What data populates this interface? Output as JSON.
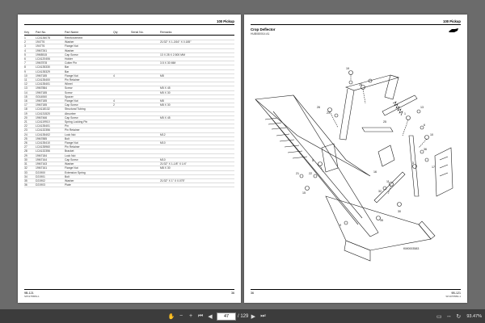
{
  "left_page": {
    "header": "100 Pickup",
    "columns": [
      "Key",
      "Part No.",
      "Part Name",
      "Qty",
      "Serial No.",
      "Remarks"
    ],
    "rows": [
      [
        "1",
        "LCA136078",
        "Reinforcement",
        "",
        "",
        ""
      ],
      [
        "2",
        "194776",
        "Washer",
        "",
        "",
        "21/32\" X 1-3/16\" X 0.185\""
      ],
      [
        "3",
        "194776",
        "Flange Nut",
        "",
        "",
        ""
      ],
      [
        "4",
        "19M7261",
        "Washer",
        "",
        "",
        ""
      ],
      [
        "5",
        "19M5515",
        "Cap Screw",
        "",
        "",
        "13 X 28 X 2.500 MM"
      ],
      [
        "6",
        "LCA120406",
        "Holder",
        "",
        "",
        ""
      ],
      [
        "7",
        "19M7878",
        "Cotter Pin",
        "",
        "",
        "3.5 X 30 MM"
      ],
      [
        "8",
        "LCA135330",
        "Bar",
        "",
        "",
        ""
      ],
      [
        "9",
        "LCA135329",
        "Bar",
        "",
        "",
        ""
      ],
      [
        "10",
        "19M7185",
        "Flange Nut",
        "4",
        "",
        "M8"
      ],
      [
        "11",
        "LCA135400",
        "Pin Retainer",
        "",
        "",
        ""
      ],
      [
        "12",
        "LCA135401",
        "Wheel",
        "",
        "",
        ""
      ],
      [
        "13",
        "19M7884",
        "Screw",
        "",
        "",
        "M5 X 45"
      ],
      [
        "14",
        "19M7185",
        "Screw",
        "",
        "",
        "M5 X 30"
      ],
      [
        "15",
        "G014060",
        "Spacer",
        "",
        "",
        ""
      ],
      [
        "16",
        "19M7185",
        "Flange Nut",
        "4",
        "",
        "M8"
      ],
      [
        "17",
        "19M7185",
        "Cap Screw",
        "2",
        "",
        "M8 X 30"
      ],
      [
        "18",
        "LCA118132",
        "Structural Tubing",
        "",
        "",
        ""
      ],
      [
        "19",
        "LCA131520",
        "Absorber",
        "",
        "",
        ""
      ],
      [
        "20",
        "19M7466",
        "Cap Screw",
        "",
        "",
        "M5 X 45"
      ],
      [
        "21",
        "LCA119910",
        "Spring Locking Pin",
        "",
        "",
        ""
      ],
      [
        "22",
        "LCA135401",
        "Pin",
        "",
        "",
        ""
      ],
      [
        "23",
        "LCA132356",
        "Pin Retainer",
        "",
        "",
        ""
      ],
      [
        "24",
        "LCA135402",
        "Lock Nut",
        "",
        "",
        "M12"
      ],
      [
        "25",
        "19M7885",
        "Bolt",
        "",
        "",
        ""
      ],
      [
        "26",
        "LCA135410",
        "Flange Nut",
        "",
        "",
        "M10"
      ],
      [
        "27",
        "LCA135960",
        "Pin Retainer",
        "",
        "",
        ""
      ],
      [
        "28",
        "LCA132356",
        "Bracket",
        "",
        "",
        ""
      ],
      [
        "29",
        "19M7184",
        "Lock Nut",
        "",
        "",
        ""
      ],
      [
        "30",
        "19M7164",
        "Cap Screw",
        "",
        "",
        "M10"
      ],
      [
        "31",
        "19M7163",
        "Washer",
        "",
        "",
        "21/32\" X 1-1/8\" X 1/4\""
      ],
      [
        "32",
        "19M7161",
        "Flange Nut",
        "",
        "",
        "M8 X 30"
      ],
      [
        "33",
        "D21900",
        "Extension Spring",
        "",
        "",
        ""
      ],
      [
        "34",
        "D21901",
        "Bolt",
        "",
        "",
        ""
      ],
      [
        "35",
        "D21902",
        "Washer",
        "",
        "",
        "21/32\" X 1\" X 0.075\""
      ],
      [
        "36",
        "D21903",
        "Plate",
        "",
        "",
        ""
      ]
    ],
    "footer_left": "9B-121",
    "footer_left_sub": "SP19755B3-1",
    "footer_right": "36"
  },
  "right_page": {
    "header": "100 Pickup",
    "title": "Crop Deflector",
    "subtitle": "HUB080014 A1",
    "drawing_ref": "KM0003583",
    "footer_left": "36",
    "footer_right": "9B-121",
    "footer_right_sub": "SP19755B3-1"
  },
  "toolbar": {
    "current_page": "47",
    "total_pages": "/ 129",
    "zoom": "93.47%",
    "icons": [
      "hand-icon",
      "zoom-out-icon",
      "zoom-in-icon",
      "first-page-icon",
      "prev-page-icon",
      "next-page-icon",
      "last-page-icon",
      "fit-page-icon",
      "fit-width-icon",
      "rotate-icon"
    ]
  }
}
